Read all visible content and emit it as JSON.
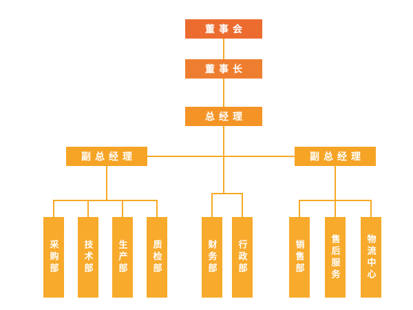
{
  "org_chart": {
    "board": "董事会",
    "chairman": "董事长",
    "general_manager": "总经理",
    "deputy_gm_left": "副总经理",
    "deputy_gm_right": "副总经理",
    "left_departments": [
      "采购部",
      "技术部",
      "生产部",
      "质检部"
    ],
    "middle_departments": [
      "财务部",
      "行政部"
    ],
    "right_departments": [
      "销售部",
      "售后服务",
      "物流中心"
    ]
  },
  "colors": {
    "level1": "#ec6b2f",
    "level2": "#ee7e2f",
    "level3": "#f49426",
    "level4": "#f6a426",
    "level5": "#f7aa2c",
    "line": "#f7a823",
    "text": "#ffffff",
    "background": "#ffffff"
  }
}
